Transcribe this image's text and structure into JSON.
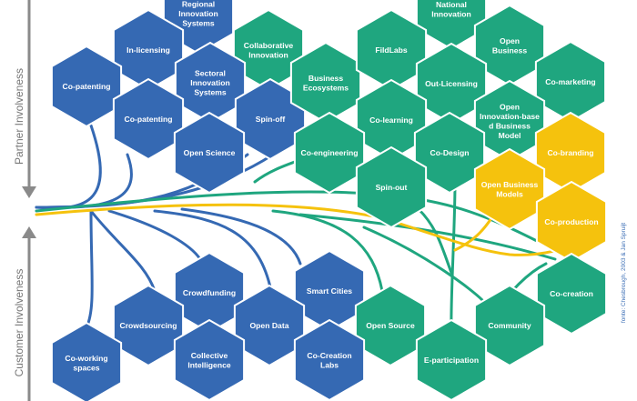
{
  "colors": {
    "blue": "#3569b3",
    "green": "#1fa67f",
    "yellow": "#f5c20d",
    "axis": "#8a8a8a",
    "credit": "#3d6fb6"
  },
  "axis": {
    "top_label": "Partner Involveness",
    "bottom_label": "Customer Involveness"
  },
  "credit": "fonte: Chesbrough, 2003 & Jan Spruijt",
  "hexes": [
    {
      "id": "regional",
      "color": "blue",
      "lines": [
        "Regional",
        "Innovation",
        "Systems"
      ]
    },
    {
      "id": "in-licensing",
      "color": "blue",
      "lines": [
        "In-licensing"
      ]
    },
    {
      "id": "collaborative",
      "color": "green",
      "lines": [
        "Collaborative",
        "Innovation"
      ]
    },
    {
      "id": "co-patenting-1",
      "color": "blue",
      "lines": [
        "Co-patenting"
      ]
    },
    {
      "id": "sectoral",
      "color": "blue",
      "lines": [
        "Sectoral",
        "Innovation",
        "Systems"
      ]
    },
    {
      "id": "co-patenting-2",
      "color": "blue",
      "lines": [
        "Co-patenting"
      ]
    },
    {
      "id": "spin-off",
      "color": "blue",
      "lines": [
        "Spin-off"
      ]
    },
    {
      "id": "open-science",
      "color": "blue",
      "lines": [
        "Open Science"
      ]
    },
    {
      "id": "business-ecosystems",
      "color": "green",
      "lines": [
        "Business",
        "Ecosystems"
      ]
    },
    {
      "id": "national",
      "color": "green",
      "lines": [
        "National",
        "Innovation"
      ]
    },
    {
      "id": "fildlabs",
      "color": "green",
      "lines": [
        "FildLabs"
      ]
    },
    {
      "id": "open-business",
      "color": "green",
      "lines": [
        "Open",
        "Business"
      ]
    },
    {
      "id": "out-licensing",
      "color": "green",
      "lines": [
        "Out-Licensing"
      ]
    },
    {
      "id": "co-marketing",
      "color": "green",
      "lines": [
        "Co-marketing"
      ]
    },
    {
      "id": "co-learning",
      "color": "green",
      "lines": [
        "Co-learning"
      ]
    },
    {
      "id": "open-innovation-model",
      "color": "green",
      "lines": [
        "Open",
        "Innovation-base",
        "d Business",
        "Model"
      ]
    },
    {
      "id": "co-engineering",
      "color": "green",
      "lines": [
        "Co-engineering"
      ]
    },
    {
      "id": "co-design",
      "color": "green",
      "lines": [
        "Co-Design"
      ]
    },
    {
      "id": "co-branding",
      "color": "yellow",
      "lines": [
        "Co-branding"
      ]
    },
    {
      "id": "spin-out",
      "color": "green",
      "lines": [
        "Spin-out"
      ]
    },
    {
      "id": "open-business-models",
      "color": "yellow",
      "lines": [
        "Open Business",
        "Models"
      ]
    },
    {
      "id": "co-production",
      "color": "yellow",
      "lines": [
        "Co-production"
      ]
    },
    {
      "id": "crowdfunding",
      "color": "blue",
      "lines": [
        "Crowdfunding"
      ]
    },
    {
      "id": "smart-cities",
      "color": "blue",
      "lines": [
        "Smart Cities"
      ]
    },
    {
      "id": "co-creation",
      "color": "green",
      "lines": [
        "Co-creation"
      ]
    },
    {
      "id": "crowdsourcing",
      "color": "blue",
      "lines": [
        "Crowdsourcing"
      ]
    },
    {
      "id": "open-data",
      "color": "blue",
      "lines": [
        "Open Data"
      ]
    },
    {
      "id": "open-source",
      "color": "green",
      "lines": [
        "Open Source"
      ]
    },
    {
      "id": "community",
      "color": "green",
      "lines": [
        "Community"
      ]
    },
    {
      "id": "collective-intelligence",
      "color": "blue",
      "lines": [
        "Collective",
        "Intelligence"
      ]
    },
    {
      "id": "co-creation-labs",
      "color": "blue",
      "lines": [
        "Co-Creation",
        "Labs"
      ]
    },
    {
      "id": "co-working",
      "color": "blue",
      "lines": [
        "Co-working",
        "spaces"
      ]
    },
    {
      "id": "e-participation",
      "color": "green",
      "lines": [
        "E-participation"
      ]
    }
  ]
}
